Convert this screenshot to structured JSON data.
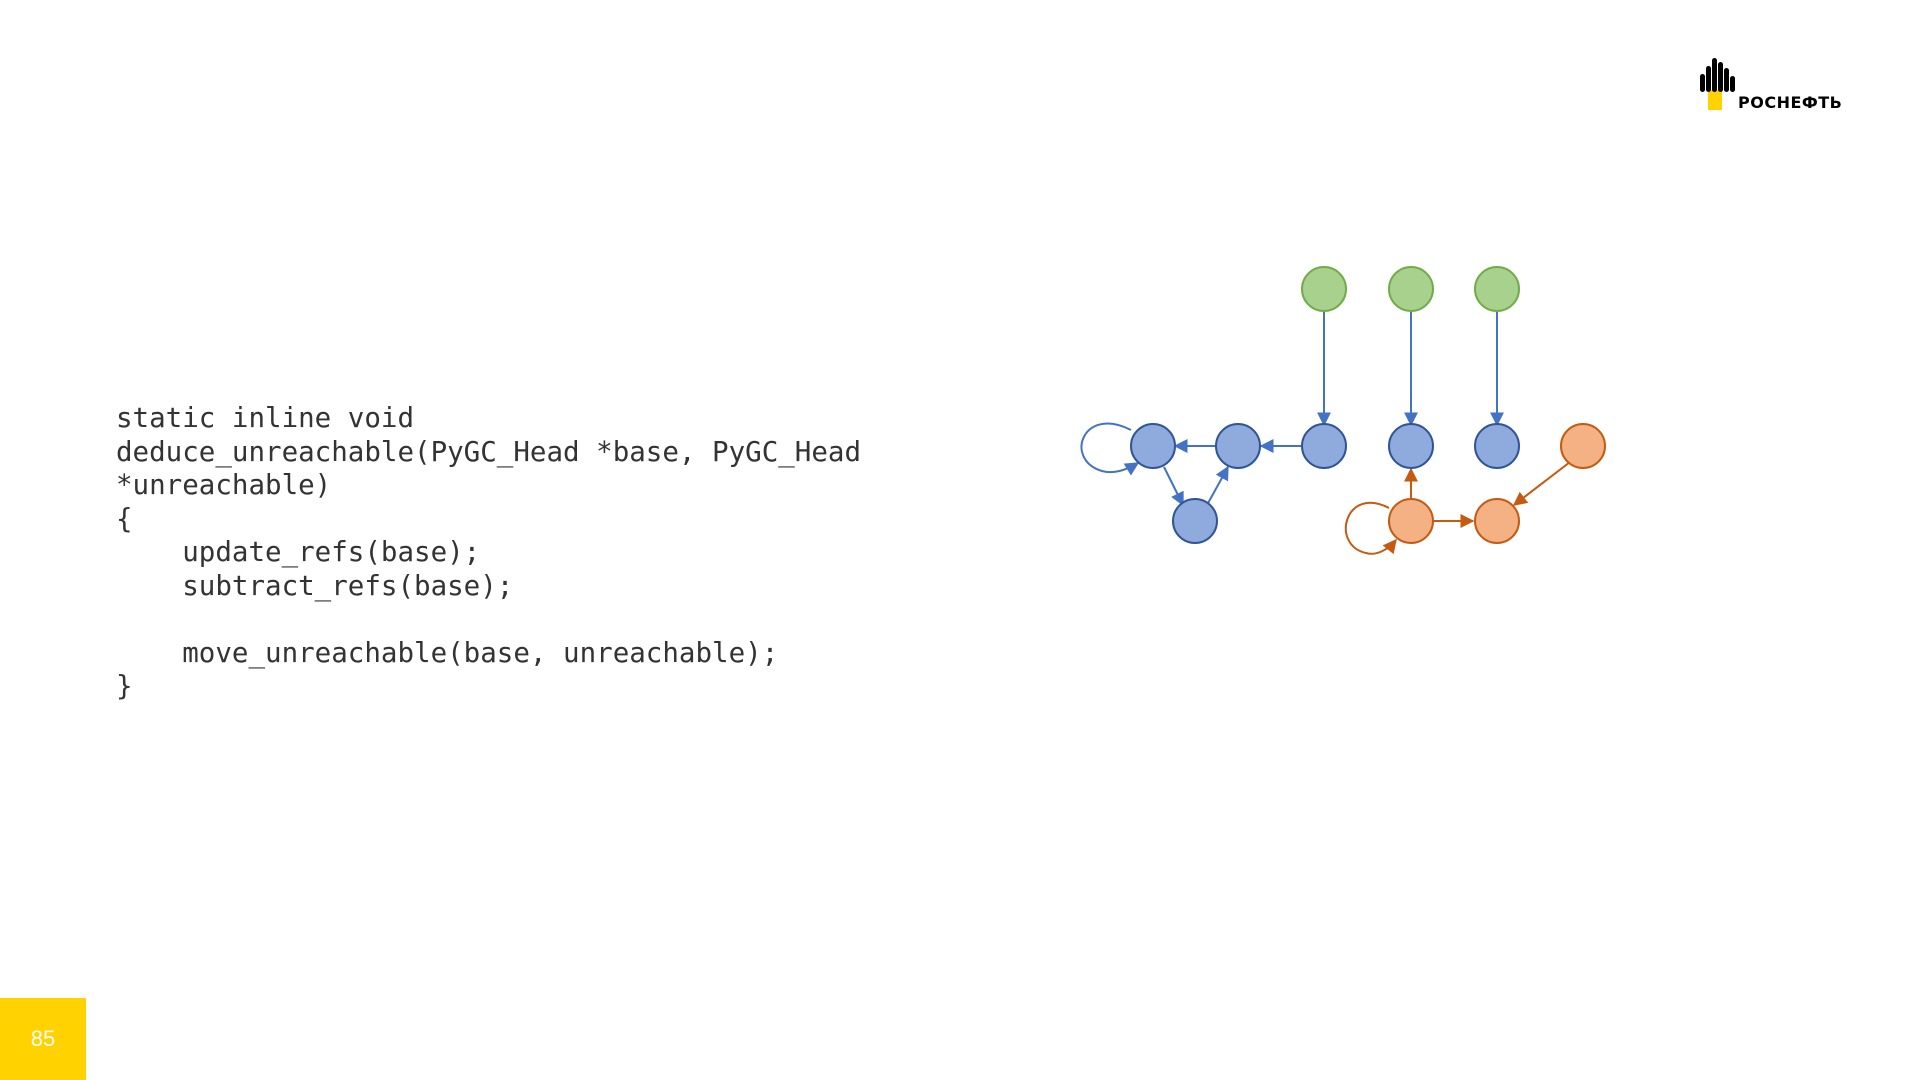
{
  "logo": {
    "text": "РОСНЕФТЬ",
    "icon": "rosneft-logo-icon",
    "colors": {
      "primary": "#000000",
      "accent": "#FFD200"
    }
  },
  "code": {
    "lines": [
      "static inline void",
      "deduce_unreachable(PyGC_Head *base, PyGC_Head",
      "*unreachable)",
      "{",
      "    update_refs(base);",
      "    subtract_refs(base);",
      "",
      "    move_unreachable(base, unreachable);",
      "}"
    ]
  },
  "diagram": {
    "colors": {
      "green": "#A9D18E",
      "green_stroke": "#70AD47",
      "blue": "#8FAADC",
      "blue_stroke": "#2F5597",
      "blue_edge": "#4472C4",
      "orange": "#F4B183",
      "orange_stroke": "#C55A11",
      "orange_edge": "#C55A11"
    }
  },
  "page": {
    "number": "85"
  }
}
